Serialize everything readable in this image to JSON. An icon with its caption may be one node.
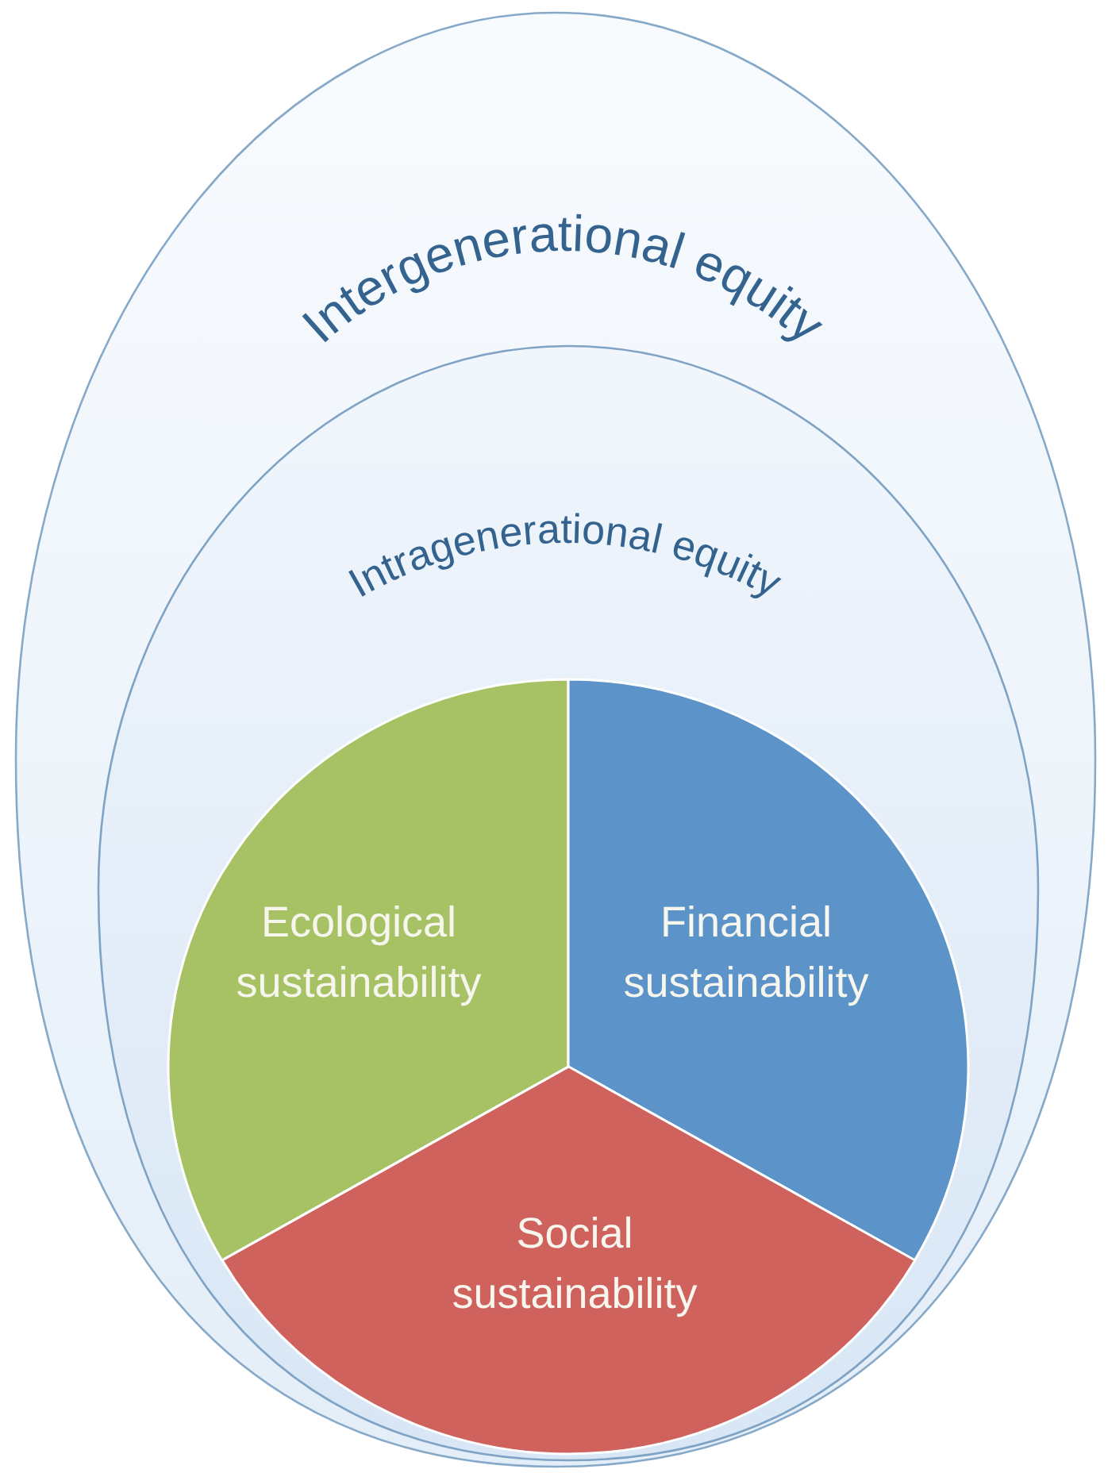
{
  "diagram": {
    "nodes": [
      {
        "text": [
          "Intergenerational equity"
        ]
      },
      {
        "text": [
          "Intragenerational equity"
        ],
        "in": 0
      },
      {
        "text": [
          "Ecological sustainability"
        ],
        "in": 1
      },
      {
        "text": [
          "Financial sustainability"
        ],
        "in": 1
      },
      {
        "text": [
          "Social sustainability"
        ],
        "in": 1
      }
    ]
  }
}
